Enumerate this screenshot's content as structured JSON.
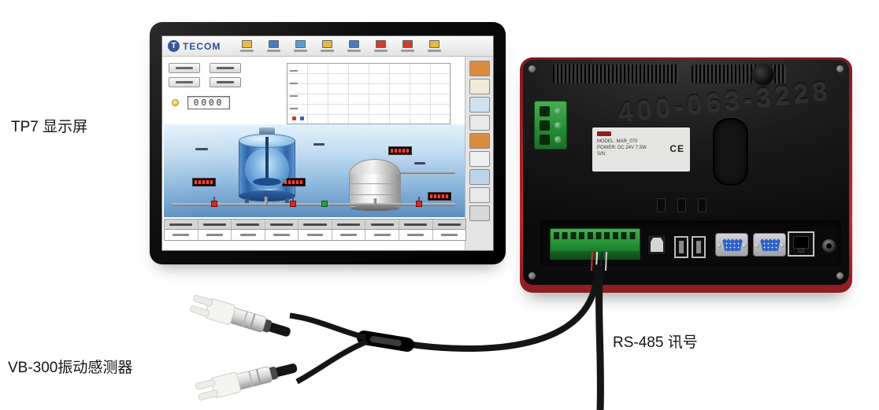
{
  "diagram": {
    "labels": {
      "tp7_display": "TP7 显示屏",
      "vb300_sensor": "VB-300振动感测器",
      "rs485_signal": "RS-485 讯号"
    }
  },
  "hmi_screen": {
    "logo_letter": "T",
    "brand": "TECOM",
    "numeric_display": "0000"
  },
  "back_panel": {
    "embossed_number": "400-063-3228",
    "label": {
      "model_line": "MODEL: MAR_070",
      "power_line": "POWER: DC 24V 7.5W",
      "serial_line": "S/N:",
      "ce_mark": "CE"
    },
    "colors": {
      "trim_red": "#b5272b",
      "terminal_green": "#2f9e3f",
      "dsub_blue": "#2f62c8"
    }
  }
}
